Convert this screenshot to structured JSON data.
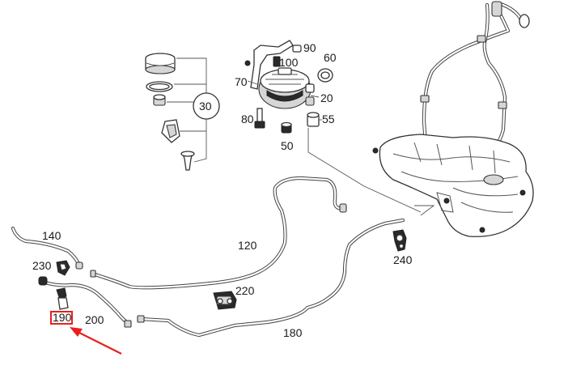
{
  "labels": {
    "p20": "20",
    "p30": "30",
    "p50": "50",
    "p55": "55",
    "p60": "60",
    "p70": "70",
    "p80": "80",
    "p90": "90",
    "p100": "100",
    "p120": "120",
    "p140": "140",
    "p180": "180",
    "p190": "190",
    "p200": "200",
    "p220": "220",
    "p230": "230",
    "p240": "240"
  },
  "highlight": {
    "target": "190",
    "box_color": "#e8201c",
    "arrow_color": "#e8201c"
  }
}
